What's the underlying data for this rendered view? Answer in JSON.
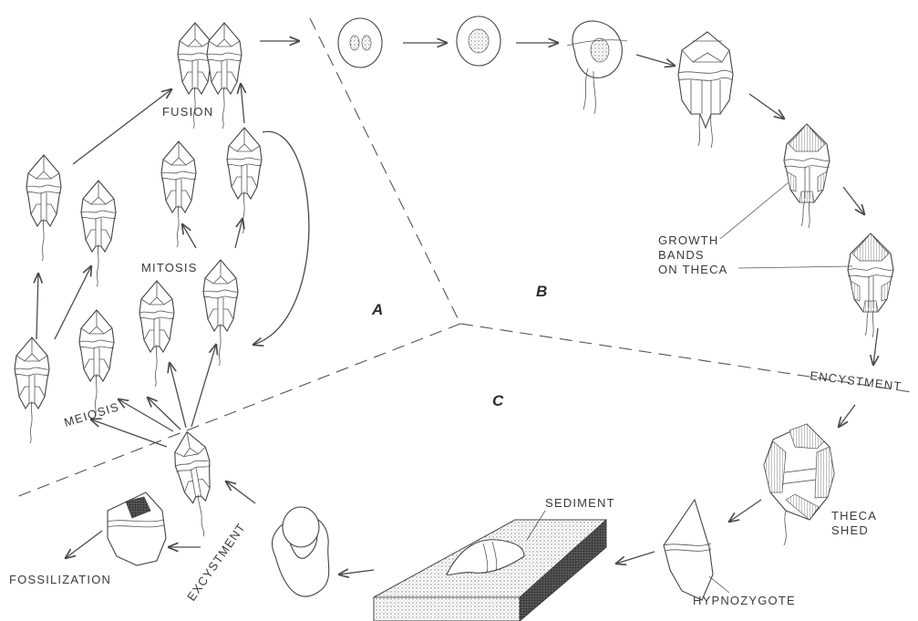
{
  "sections": {
    "a": "A",
    "b": "B",
    "c": "C"
  },
  "labels": {
    "fusion": "FUSION",
    "mitosis": "MITOSIS",
    "meiosis": "MEIOSIS",
    "growth_line1": "GROWTH",
    "growth_line2": "BANDS",
    "growth_line3": "ON THECA",
    "encystment": "ENCYSTMENT",
    "theca_line1": "THECA",
    "theca_line2": "SHED",
    "sediment": "SEDIMENT",
    "hypnozygote": "HYPNOZYGOTE",
    "excystment": "EXCYSTMENT",
    "fossilization": "FOSSILIZATION"
  }
}
